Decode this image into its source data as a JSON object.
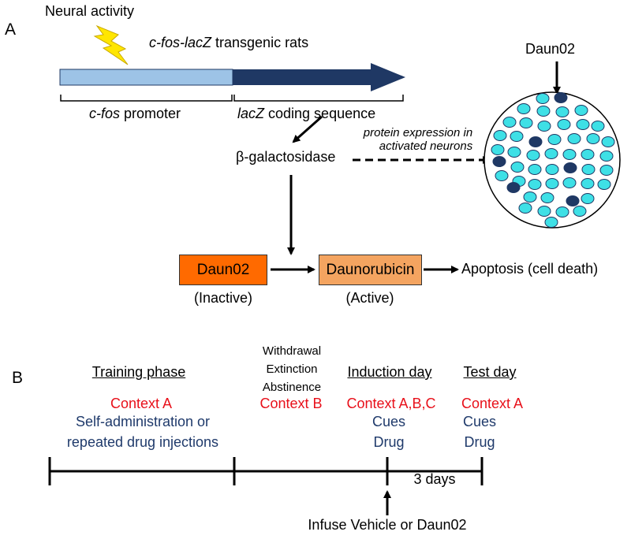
{
  "panel_a": {
    "label": "A",
    "neural_activity": "Neural activity",
    "transgene_title": [
      "c-fos-lacZ",
      " transgenic rats"
    ],
    "promoter_label": [
      "c-fos",
      " promoter"
    ],
    "coding_label": [
      "lacZ",
      " coding sequence"
    ],
    "enzyme": "β-galactosidase",
    "expression_note": [
      "protein expression in",
      "activated neurons"
    ],
    "drug_on_neurons": "Daun02",
    "daun02_box": "Daun02",
    "daun02_state": "(Inactive)",
    "daunorubicin_box": "Daunorubicin",
    "daunorubicin_state": "(Active)",
    "outcome": "Apoptosis (cell death)"
  },
  "panel_b": {
    "label": "B",
    "training": {
      "title": "Training phase",
      "context": "Context A",
      "lines": [
        "Self-administration or",
        "repeated drug injections"
      ]
    },
    "withdrawal": {
      "lines": [
        "Withdrawal",
        "Extinction",
        "Abstinence"
      ],
      "context": "Context B"
    },
    "induction": {
      "title": "Induction day",
      "context": "Context A,B,C",
      "lines": [
        "Cues",
        "Drug"
      ]
    },
    "test": {
      "title": "Test day",
      "context": "Context A",
      "lines": [
        "Cues",
        "Drug"
      ]
    },
    "interval": "3 days",
    "infuse": "Infuse Vehicle or Daun02"
  },
  "colors": {
    "promoter": "#9dc3e6",
    "coding": "#1f3864",
    "lightning": "#ffe600",
    "neuron_active": "#1f3864",
    "neuron_inactive": "#3ee0e6",
    "daun02_box": "#ff6a00",
    "daunorubicin_box": "#f4a460",
    "context": "#e8101a",
    "details": "#1f3a6b"
  }
}
